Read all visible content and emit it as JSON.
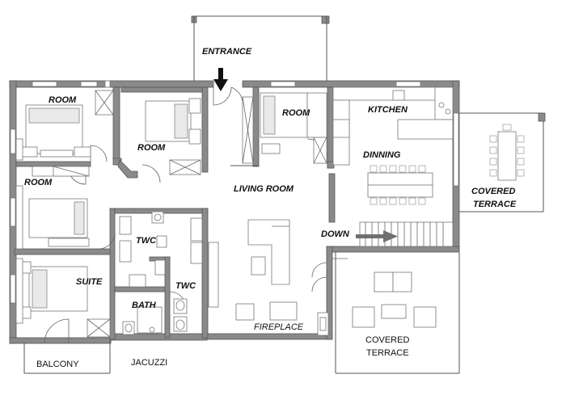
{
  "labels": {
    "entrance": "ENTRANCE",
    "room_top_left": "ROOM",
    "room_center_left": "ROOM",
    "room_left": "ROOM",
    "room_top_mid": "ROOM",
    "kitchen": "KITCHEN",
    "dinning": "DINNING",
    "living_room": "LIVING ROOM",
    "covered_terrace_right_1": "COVERED",
    "covered_terrace_right_2": "TERRACE",
    "down": "DOWN",
    "twc_1": "TWC",
    "twc_2": "TWC",
    "suite": "SUITE",
    "bath": "BATH",
    "fireplace": "FIREPLACE",
    "covered_terrace_bottom_1": "COVERED",
    "covered_terrace_bottom_2": "TERRACE",
    "balcony": "BALCONY",
    "jacuzzi": "JACUZZI"
  },
  "colors": {
    "wall": "#8a8a8a",
    "arrow_down": "#111111",
    "arrow_stairs": "#6f6f6f"
  }
}
